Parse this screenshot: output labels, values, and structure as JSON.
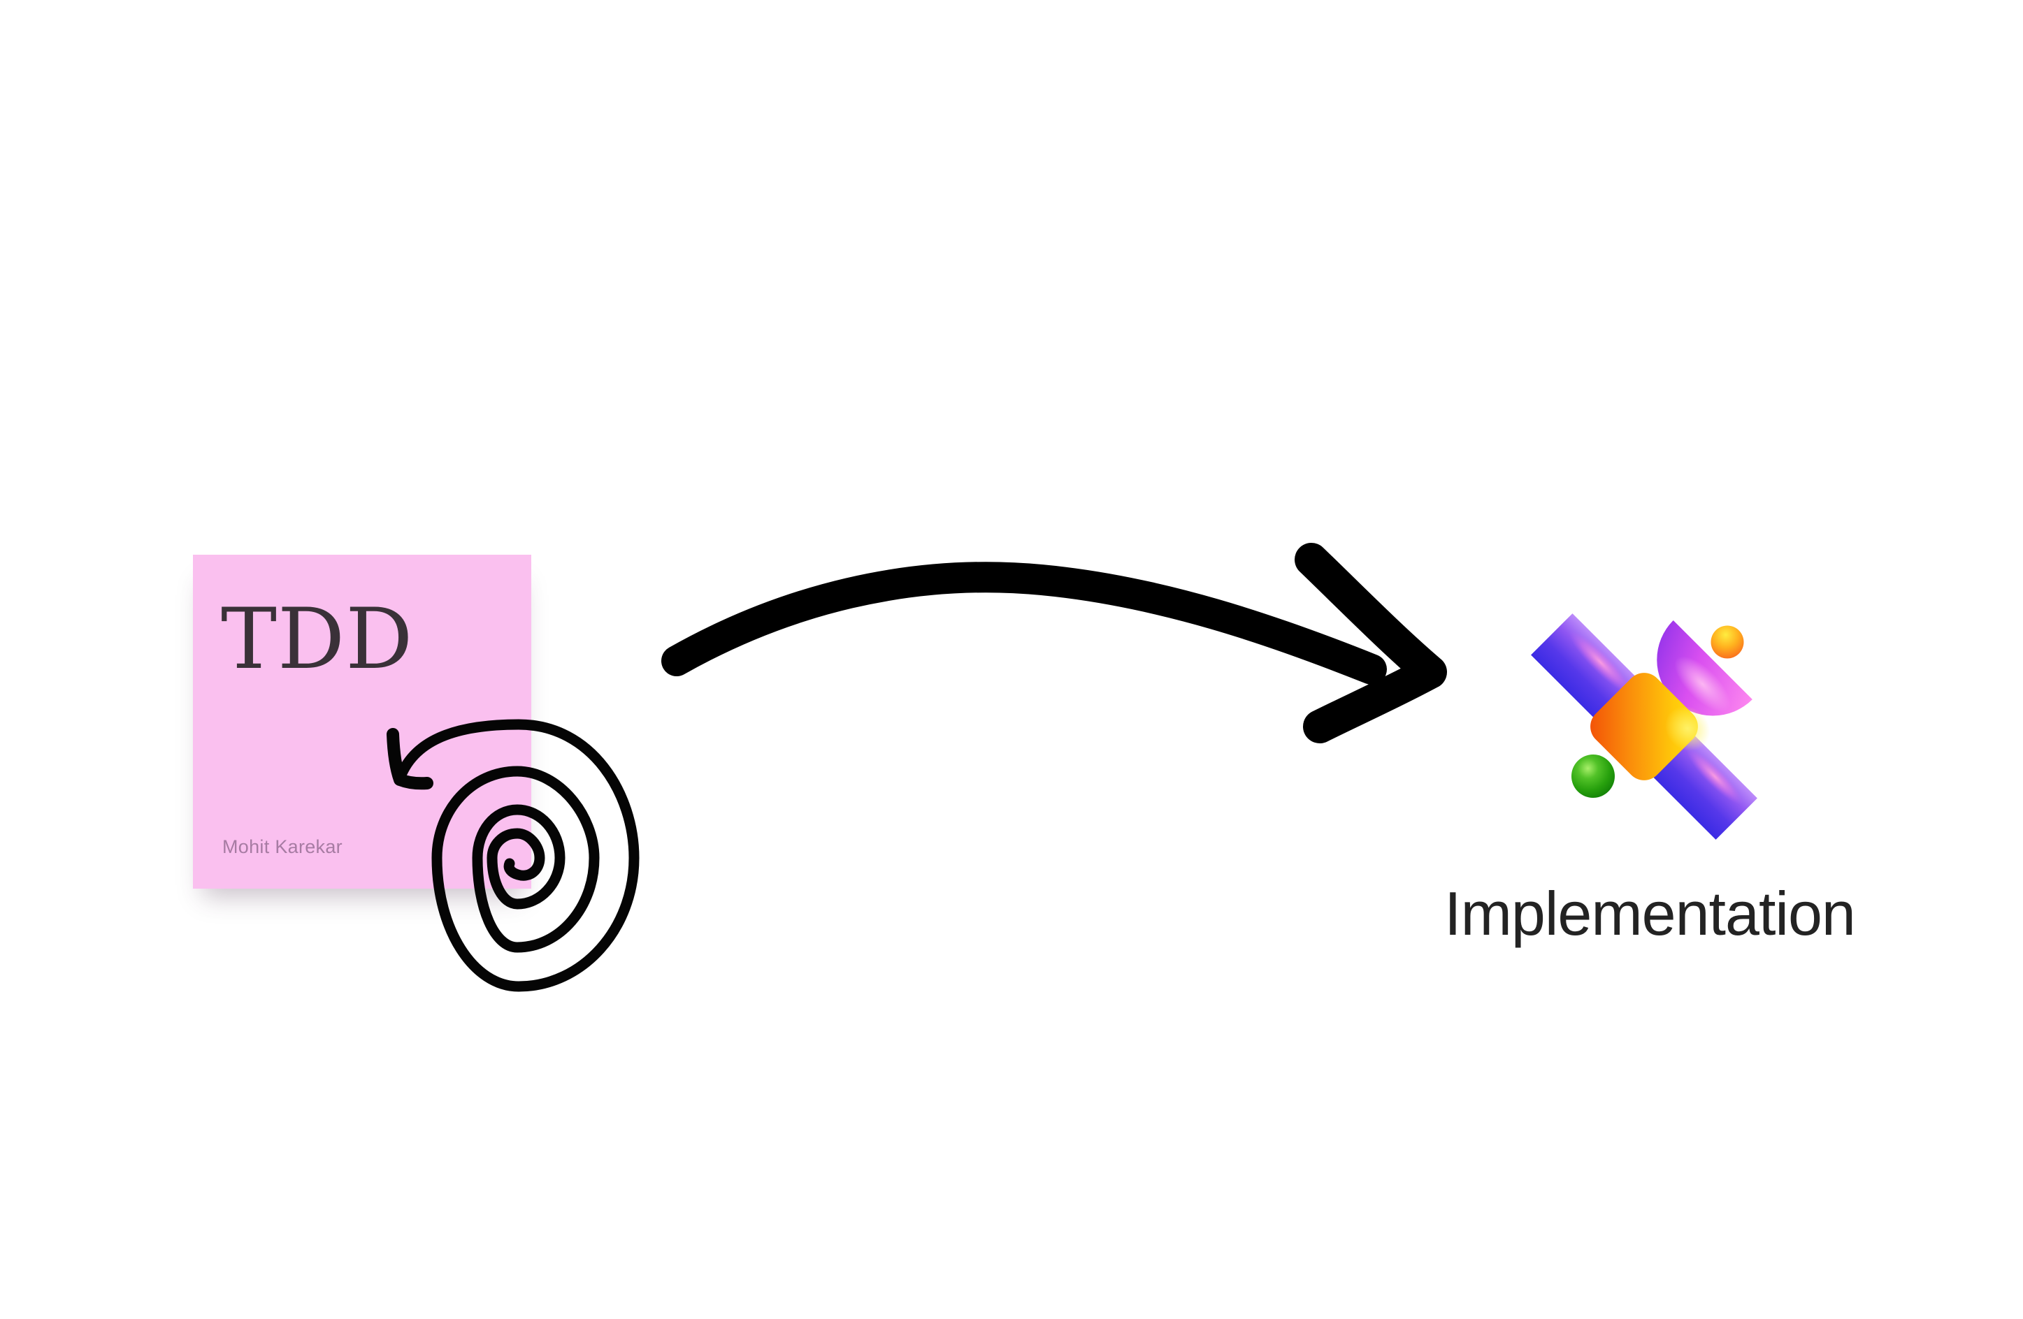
{
  "tdd_card": {
    "title": "TDD",
    "author": "Mohit Karekar",
    "background_color": "#FAC0EF",
    "title_color": "#3A3138",
    "author_color": "#A77CA3"
  },
  "implementation": {
    "label": "Implementation",
    "text_color": "#232323"
  },
  "doodles": {
    "spiral_arrow_color": "#050505",
    "curved_arrow_color": "#000000",
    "curved_arrow_direction": "left-to-right"
  },
  "satellite_illustration": {
    "bar_colors": [
      "#BD8CFA",
      "#9057F2",
      "#5638EA",
      "#3B2BE4"
    ],
    "bar_highlight_color": "#FF9FE0",
    "cube_colors": [
      "#F24E07",
      "#FA8A0B",
      "#FFC90A",
      "#FFE216"
    ],
    "cube_highlight_color": "#FFF36B",
    "dish_colors": [
      "#8A30E9",
      "#D94FF0",
      "#FF8BEF"
    ],
    "dish_highlight_color": "#FFC0F3",
    "green_sphere_colors": [
      "#A8EF6A",
      "#52C228",
      "#27A00D",
      "#0E7A06"
    ],
    "orange_sphere_colors": [
      "#FFEC3F",
      "#FFB11E",
      "#F85A1C"
    ]
  }
}
